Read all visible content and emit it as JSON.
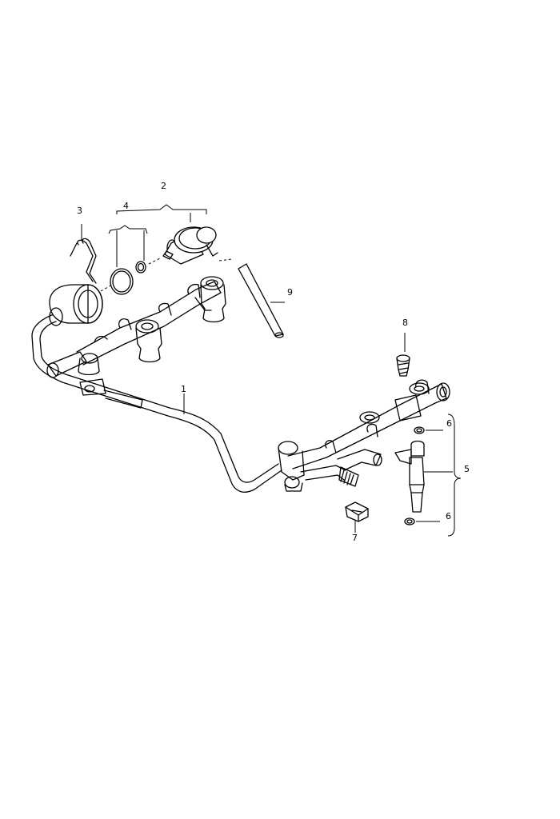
{
  "diagram": {
    "callouts": {
      "c1": "1",
      "c2": "2",
      "c3": "3",
      "c4": "4",
      "c5": "5",
      "c6a": "6",
      "c6b": "6",
      "c7": "7",
      "c8": "8",
      "c9": "9"
    }
  }
}
